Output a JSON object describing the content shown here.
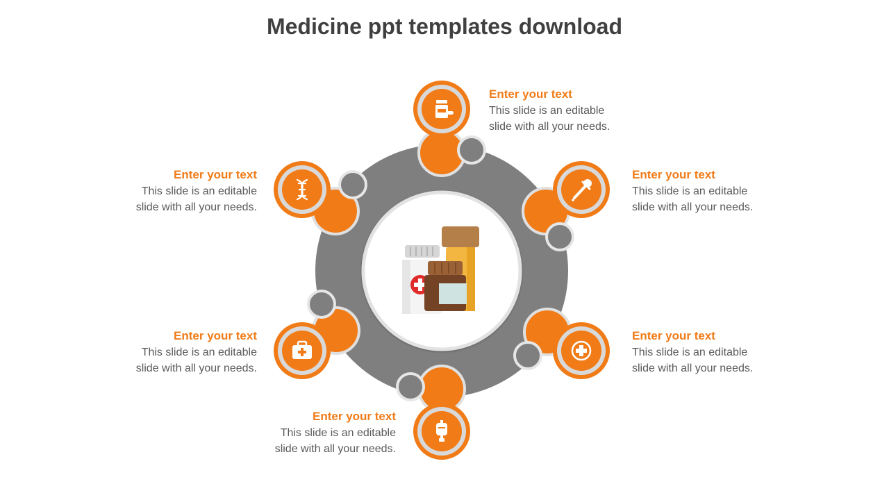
{
  "title": "Medicine ppt templates download",
  "colors": {
    "accent": "#F07B17",
    "ring": "#7F7F7F",
    "ring_light": "#E0E0E0",
    "text_body": "#595959",
    "title": "#404040"
  },
  "center_icon": "medicine-bottles-icon",
  "items": [
    {
      "heading": "Enter your text",
      "line1": "This slide is an editable",
      "line2": "slide with all your needs.",
      "icon": "pill-bottle-icon"
    },
    {
      "heading": "Enter your text",
      "line1": "This slide is an editable",
      "line2": "slide with all your needs.",
      "icon": "dropper-icon"
    },
    {
      "heading": "Enter your text",
      "line1": "This slide is an editable",
      "line2": "slide with all your needs.",
      "icon": "medical-cross-icon"
    },
    {
      "heading": "Enter your text",
      "line1": "This slide is an editable",
      "line2": "slide with all your needs.",
      "icon": "iv-bag-icon"
    },
    {
      "heading": "Enter your text",
      "line1": "This slide is an editable",
      "line2": "slide with all your needs.",
      "icon": "first-aid-kit-icon"
    },
    {
      "heading": "Enter your text",
      "line1": "This slide is an editable",
      "line2": "slide with all your needs.",
      "icon": "dna-icon"
    }
  ]
}
